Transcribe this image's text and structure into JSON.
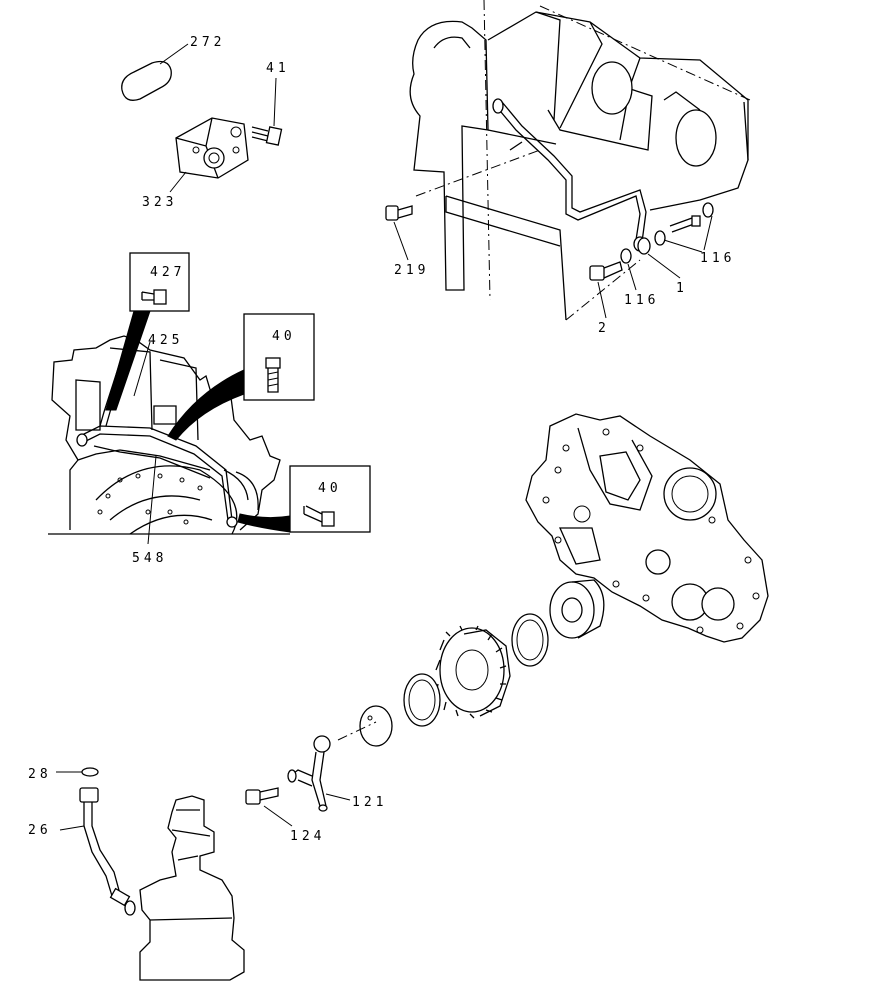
{
  "labels": {
    "l272": "272",
    "l41": "41",
    "l323": "323",
    "l219": "219",
    "l116a": "116",
    "l116b": "116",
    "l1": "1",
    "l2": "2",
    "l427": "427",
    "l425": "425",
    "l40a": "40",
    "l40b": "40",
    "l548": "548",
    "l28": "28",
    "l26": "26",
    "l121": "121",
    "l124": "124"
  }
}
